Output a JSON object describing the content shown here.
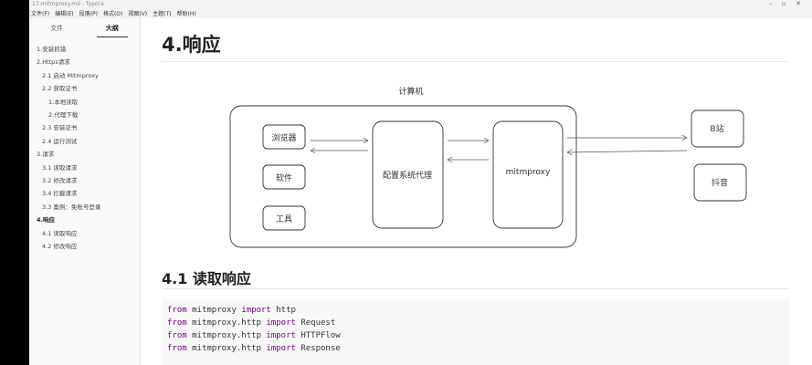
{
  "window": {
    "title": "17-mitmproxy.md - Typora"
  },
  "menu": [
    "文件(F)",
    "编辑(E)",
    "段落(P)",
    "格式(O)",
    "视图(V)",
    "主题(T)",
    "帮助(H)"
  ],
  "sidebar": {
    "tabs": [
      {
        "label": "文件",
        "active": false
      },
      {
        "label": "大纲",
        "active": true
      }
    ],
    "items": [
      {
        "label": "1.安装抓错",
        "level": 1,
        "bold": false
      },
      {
        "label": "2.Https请求",
        "level": 1,
        "bold": false
      },
      {
        "label": "2.1 启动 Mitmproxy",
        "level": 2,
        "bold": false
      },
      {
        "label": "2.2 获取证书",
        "level": 2,
        "bold": false
      },
      {
        "label": "1.本地读取",
        "level": 3,
        "bold": false
      },
      {
        "label": "2.代理下载",
        "level": 3,
        "bold": false
      },
      {
        "label": "2.3 安装证书",
        "level": 2,
        "bold": false
      },
      {
        "label": "2.4 运行测试",
        "level": 2,
        "bold": false
      },
      {
        "label": "3.请求",
        "level": 1,
        "bold": false
      },
      {
        "label": "3.1 读取请求",
        "level": 2,
        "bold": false
      },
      {
        "label": "3.2 修改请求",
        "level": 2,
        "bold": false
      },
      {
        "label": "3.4 拦截请求",
        "level": 2,
        "bold": false
      },
      {
        "label": "3.3 案例：免账号登录",
        "level": 2,
        "bold": false
      },
      {
        "label": "4.响应",
        "level": 1,
        "bold": true
      },
      {
        "label": "4.1 读取响应",
        "level": 2,
        "bold": false
      },
      {
        "label": "4.2 修改响应",
        "level": 2,
        "bold": false
      }
    ]
  },
  "doc": {
    "heading1": "4.响应",
    "heading2": "4.1 读取响应",
    "diagram": {
      "computer_label": "计算机",
      "browser": "浏览器",
      "software": "软件",
      "tools": "工具",
      "proxy_config": "配置系统代理",
      "mitmproxy": "mitmproxy",
      "bilibili": "B站",
      "douyin": "抖音"
    },
    "code": [
      [
        {
          "t": "from",
          "k": true
        },
        {
          "t": " mitmproxy ",
          "k": false
        },
        {
          "t": "import",
          "k": true
        },
        {
          "t": " http",
          "k": false
        }
      ],
      [
        {
          "t": "from",
          "k": true
        },
        {
          "t": " mitmproxy.http ",
          "k": false
        },
        {
          "t": "import",
          "k": true
        },
        {
          "t": " Request",
          "k": false
        }
      ],
      [
        {
          "t": "from",
          "k": true
        },
        {
          "t": " mitmproxy.http ",
          "k": false
        },
        {
          "t": "import",
          "k": true
        },
        {
          "t": " HTTPFlow",
          "k": false
        }
      ],
      [
        {
          "t": "from",
          "k": true
        },
        {
          "t": " mitmproxy.http ",
          "k": false
        },
        {
          "t": "import",
          "k": true
        },
        {
          "t": " Response",
          "k": false
        }
      ]
    ]
  },
  "colors": {
    "keyword": "#770088",
    "code_bg": "#f8f8f8"
  }
}
